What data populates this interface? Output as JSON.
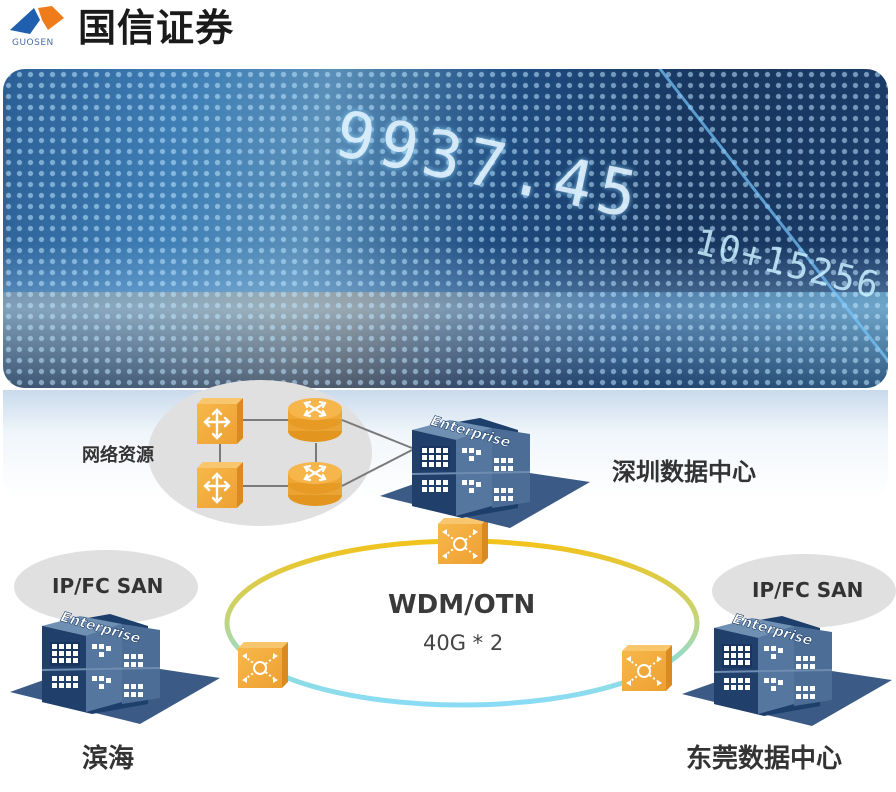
{
  "brand": {
    "name": "国信证券",
    "sub": "GUOSEN",
    "colors": {
      "blue": "#1f5fae",
      "orange": "#ef7c1a"
    }
  },
  "banner": {
    "ticker_main": "9937.45",
    "ticker_secondary": "10+15256"
  },
  "diagram": {
    "network_resources_label": "网络资源",
    "ring": {
      "title": "WDM/OTN",
      "capacity": "40G * 2"
    },
    "sites": [
      {
        "id": "shenzhen",
        "name": "深圳数据中心",
        "building_label": "Enterprise"
      },
      {
        "id": "binhai",
        "name": "滨海",
        "storage": "IP/FC SAN",
        "building_label": "Enterprise"
      },
      {
        "id": "dongguan",
        "name": "东莞数据中心",
        "storage": "IP/FC SAN",
        "building_label": "Enterprise"
      }
    ],
    "colors": {
      "device_orange": "#f0a83a",
      "building_blue": "#3d5f86",
      "ring_top": "#f2c21b",
      "ring_bottom": "#7fd6f2",
      "bubble_grey": "#e0e0e0"
    }
  }
}
